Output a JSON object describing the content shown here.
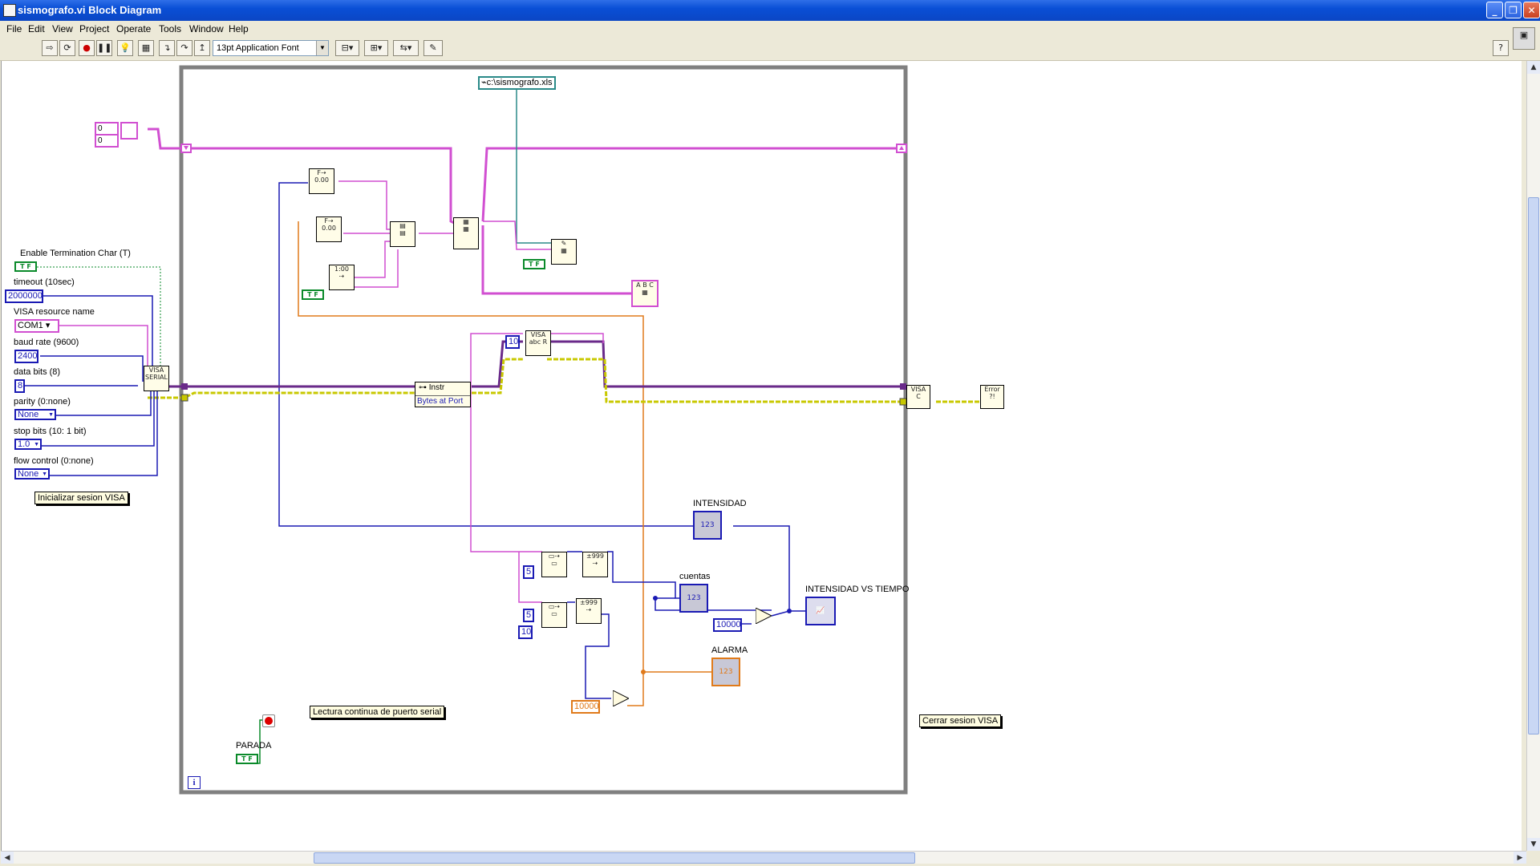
{
  "window": {
    "title": "sismografo.vi Block Diagram"
  },
  "menu": [
    "File",
    "Edit",
    "View",
    "Project",
    "Operate",
    "Tools",
    "Window",
    "Help"
  ],
  "toolbar": {
    "font": "13pt Application Font"
  },
  "controls": {
    "enable_term_label": "Enable Termination Char (T)",
    "timeout_label": "timeout (10sec)",
    "timeout_value": "2000000",
    "resource_label": "VISA resource name",
    "resource_value": "COM1",
    "baud_label": "baud rate (9600)",
    "baud_value": "2400",
    "databits_label": "data bits (8)",
    "databits_value": "8",
    "parity_label": "parity (0:none)",
    "parity_value": "None",
    "stopbits_label": "stop bits (10: 1 bit)",
    "stopbits_value": "1.0",
    "flow_label": "flow control (0:none)",
    "flow_value": "None",
    "init_comment": "Inicializar sesion VISA"
  },
  "loop": {
    "file_path": "c:\\sismografo.xls",
    "bytes_node": "Instr",
    "bytes_property": "Bytes at Port",
    "const_10a": "10",
    "const_5a": "5",
    "const_5b": "5",
    "const_10b": "10",
    "const_10000a": "10000",
    "const_10000b": "10000",
    "label_intensidad": "INTENSIDAD",
    "label_cuentas": "cuentas",
    "label_chart": "INTENSIDAD VS TIEMPO",
    "label_alarma": "ALARMA",
    "label_parada": "PARADA",
    "loop_comment": "Lectura continua de puerto serial",
    "iteration": "i",
    "array_values": [
      "0",
      "0"
    ]
  },
  "close_comment": "Cerrar sesion VISA",
  "colors": {
    "string_wire": "#d14fd1",
    "numeric_wire": "#1a1ab4",
    "float_wire": "#e07a1a",
    "path_wire": "#2a8a88",
    "bool_wire": "#0a8a2a",
    "error_wire": "#c8c800"
  }
}
